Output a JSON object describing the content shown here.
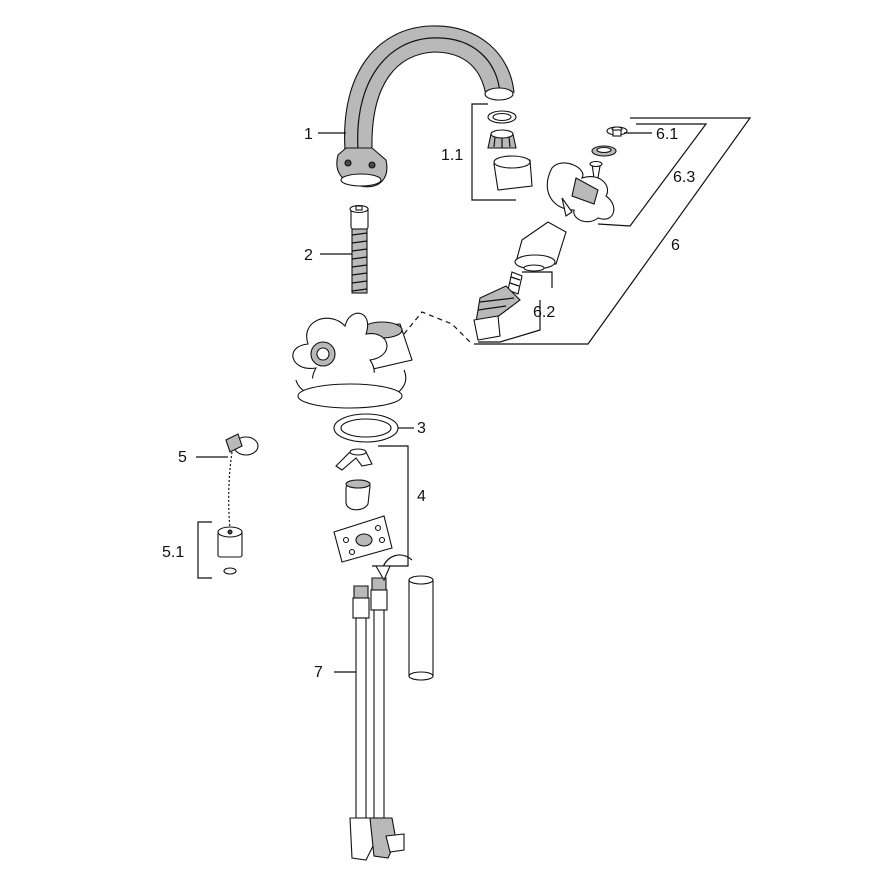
{
  "labels": {
    "spout": "1",
    "aerator_group": "1.1",
    "fixing_bolt": "2",
    "o_ring": "3",
    "mounting_kit": "4",
    "plug_chain": "5",
    "plug": "5.1",
    "valve_set": "6",
    "handle_screw": "6.1",
    "valve_cartridge": "6.2",
    "handle": "6.3",
    "supply_hoses": "7"
  },
  "colors": {
    "line": "#111111",
    "shade": "#b9b9b9",
    "fill": "#ffffff"
  }
}
